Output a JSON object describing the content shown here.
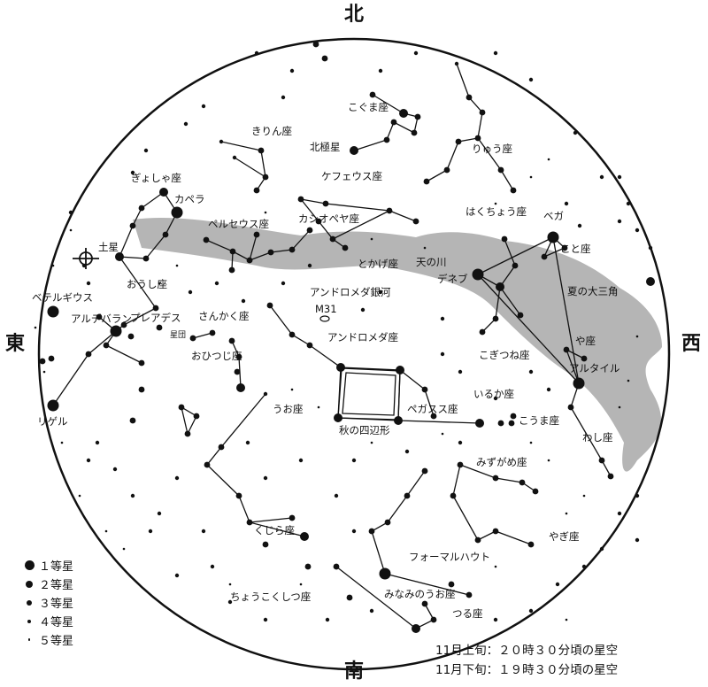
{
  "directions": {
    "north": "北",
    "south": "南",
    "east": "東",
    "west": "西"
  },
  "constellations": [
    {
      "id": "ursa-minor",
      "label": "こぐま座"
    },
    {
      "id": "polaris",
      "label": "北極星"
    },
    {
      "id": "draco",
      "label": "りゅう座"
    },
    {
      "id": "camelopardalis",
      "label": "きりん座"
    },
    {
      "id": "cepheus",
      "label": "ケフェウス座"
    },
    {
      "id": "auriga",
      "label": "ぎょしゃ座"
    },
    {
      "id": "capella",
      "label": "カペラ"
    },
    {
      "id": "cassiopeia",
      "label": "カシオペヤ座"
    },
    {
      "id": "cygnus",
      "label": "はくちょう座"
    },
    {
      "id": "vega",
      "label": "ベガ"
    },
    {
      "id": "lyra",
      "label": "こと座"
    },
    {
      "id": "perseus",
      "label": "ペルセウス座"
    },
    {
      "id": "saturn",
      "label": "土星"
    },
    {
      "id": "lacerta",
      "label": "とかげ座"
    },
    {
      "id": "milky-way",
      "label": "天の川"
    },
    {
      "id": "deneb",
      "label": "デネブ"
    },
    {
      "id": "andromeda-galaxy",
      "label": "アンドロメダ銀河"
    },
    {
      "id": "summer-triangle",
      "label": "夏の大三角"
    },
    {
      "id": "betelgeuse",
      "label": "ベテルギウス"
    },
    {
      "id": "aldebaran",
      "label": "アルデバラン"
    },
    {
      "id": "pleiades",
      "label": "プレアデス"
    },
    {
      "id": "star-cluster",
      "label": "星団"
    },
    {
      "id": "triangulum",
      "label": "さんかく座"
    },
    {
      "id": "m31",
      "label": "M31"
    },
    {
      "id": "taurus",
      "label": "おうし座"
    },
    {
      "id": "andromeda",
      "label": "アンドロメダ座"
    },
    {
      "id": "aries",
      "label": "おひつじ座"
    },
    {
      "id": "vulpecula",
      "label": "こぎつね座"
    },
    {
      "id": "sagitta",
      "label": "や座"
    },
    {
      "id": "altair",
      "label": "アルタイル"
    },
    {
      "id": "delphinus",
      "label": "いるか座"
    },
    {
      "id": "pisces",
      "label": "うお座"
    },
    {
      "id": "pegasus",
      "label": "ペガスス座"
    },
    {
      "id": "equuleus",
      "label": "こうま座"
    },
    {
      "id": "autumn-square",
      "label": "秋の四辺形"
    },
    {
      "id": "rigel",
      "label": "リゲル"
    },
    {
      "id": "aquila",
      "label": "わし座"
    },
    {
      "id": "aquarius",
      "label": "みずがめ座"
    },
    {
      "id": "cetus",
      "label": "くじら座"
    },
    {
      "id": "capricornus",
      "label": "やぎ座"
    },
    {
      "id": "fomalhaut",
      "label": "フォーマルハウト"
    },
    {
      "id": "sculptor",
      "label": "ちょうこくしつ座"
    },
    {
      "id": "piscis-austrinus",
      "label": "みなみのうお座"
    },
    {
      "id": "grus",
      "label": "つる座"
    }
  ],
  "legend": [
    {
      "label": "１等星",
      "magnitude": 1
    },
    {
      "label": "２等星",
      "magnitude": 2
    },
    {
      "label": "３等星",
      "magnitude": 3
    },
    {
      "label": "４等星",
      "magnitude": 4
    },
    {
      "label": "５等星",
      "magnitude": 5
    }
  ],
  "observation_times": [
    "11月上旬：２０時３０分頃の星空",
    "11月下旬：１９時３０分頃の星空"
  ]
}
